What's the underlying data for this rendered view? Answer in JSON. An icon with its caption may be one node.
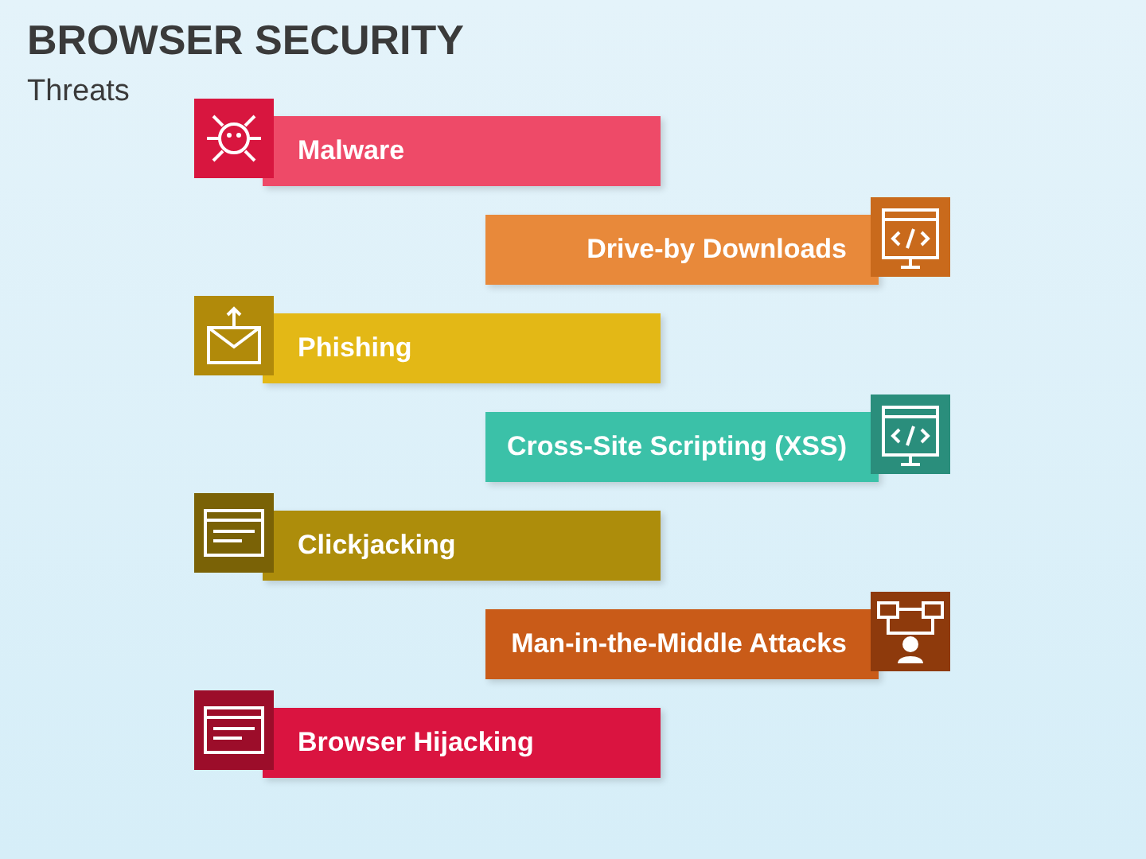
{
  "diagram": {
    "title": "BROWSER SECURITY",
    "nodes": [
      {
        "text": [
          "Malware"
        ]
      },
      {
        "text": [
          "Drive-by Downloads"
        ]
      },
      {
        "text": [
          "Phishing"
        ]
      },
      {
        "text": [
          "Cross-Site Scripting (XSS)"
        ]
      },
      {
        "text": [
          "Clickjacking"
        ]
      },
      {
        "text": [
          "Man-in-the-Middle Attacks"
        ]
      },
      {
        "text": [
          "Browser Hijacking"
        ]
      }
    ],
    "labels": [
      "Threats"
    ]
  }
}
